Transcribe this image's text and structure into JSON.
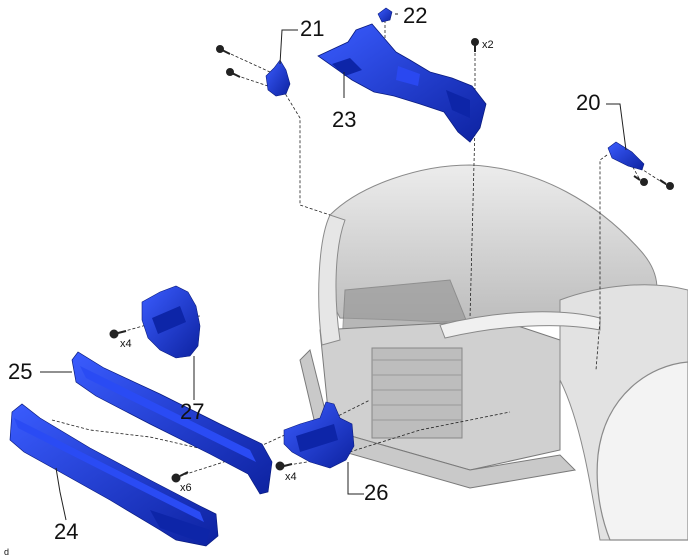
{
  "callouts": {
    "p20": "20",
    "p21": "21",
    "p22": "22",
    "p23": "23",
    "p24": "24",
    "p25": "25",
    "p26": "26",
    "p27": "27"
  },
  "quantities": {
    "top_bolt": "x2",
    "bracket27_bolt": "x4",
    "reinforcement_bolt": "x6",
    "bracket26_bolt": "x4"
  },
  "corner_mark": "d",
  "colors": {
    "part_blue": "#1b3fe0",
    "part_blue_dark": "#0d25a8",
    "vehicle_gray": "#d6d6d6",
    "vehicle_line": "#8a8a8a"
  }
}
